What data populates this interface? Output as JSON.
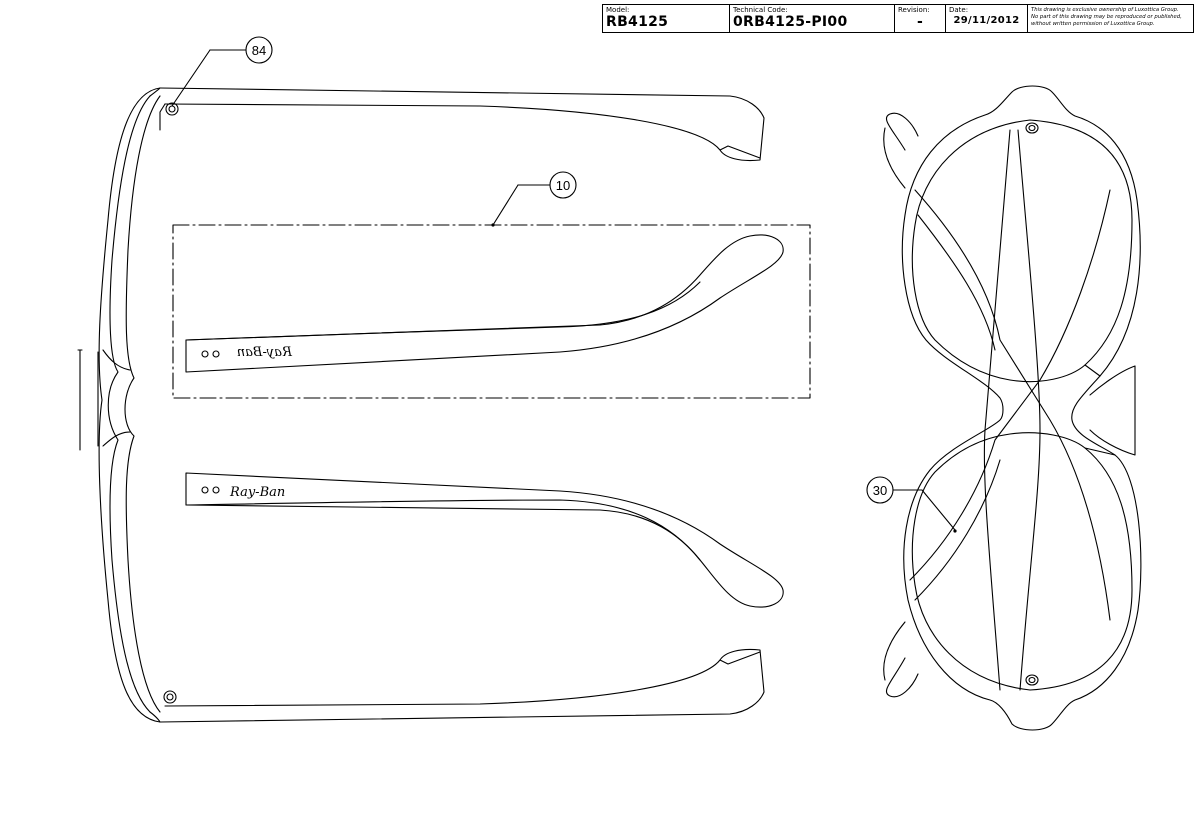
{
  "title_block": {
    "model_label": "Model:",
    "model_value": "RB4125",
    "technical_code_label": "Technical Code:",
    "technical_code_value": "0RB4125-PI00",
    "revision_label": "Revision:",
    "revision_value": "-",
    "date_label": "Date:",
    "date_value": "29/11/2012",
    "notice_line1": "This drawing is exclusive ownership of Luxottica Group.",
    "notice_line2": "No part of this drawing may be reproduced or published,",
    "notice_line3": "without written permission of Luxottica Group."
  },
  "callouts": {
    "screw": "84",
    "temple": "10",
    "lens": "30"
  },
  "temple_logos": {
    "inside_mirrored": "Ray-Ban",
    "outside": "Ray-Ban"
  },
  "colors": {
    "line": "#000000",
    "background": "#ffffff"
  }
}
